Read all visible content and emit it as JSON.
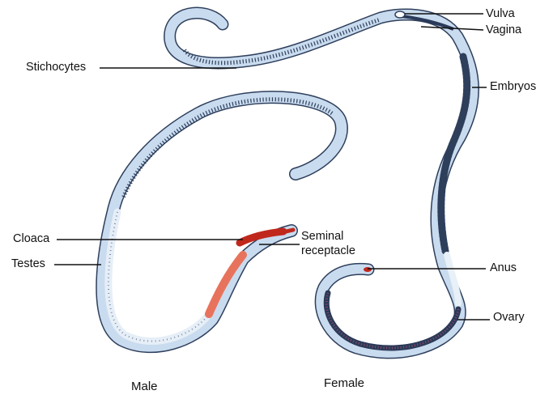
{
  "labels": {
    "vulva": "Vulva",
    "vagina": "Vagina",
    "stichocytes": "Stichocytes",
    "embryos": "Embryos",
    "cloaca": "Cloaca",
    "testes": "Testes",
    "seminal_receptacle_line1": "Seminal",
    "seminal_receptacle_line2": "receptacle",
    "anus": "Anus",
    "ovary": "Ovary"
  },
  "captions": {
    "male": "Male",
    "female": "Female"
  },
  "colors": {
    "body_fill": "#c9dbee",
    "body_outline": "#2e3f5c",
    "stichosome": "#d8e6f3",
    "red_organ": "#c0281c",
    "pink_organ": "#e8735c",
    "dark_ovary": "#2a3a58"
  }
}
